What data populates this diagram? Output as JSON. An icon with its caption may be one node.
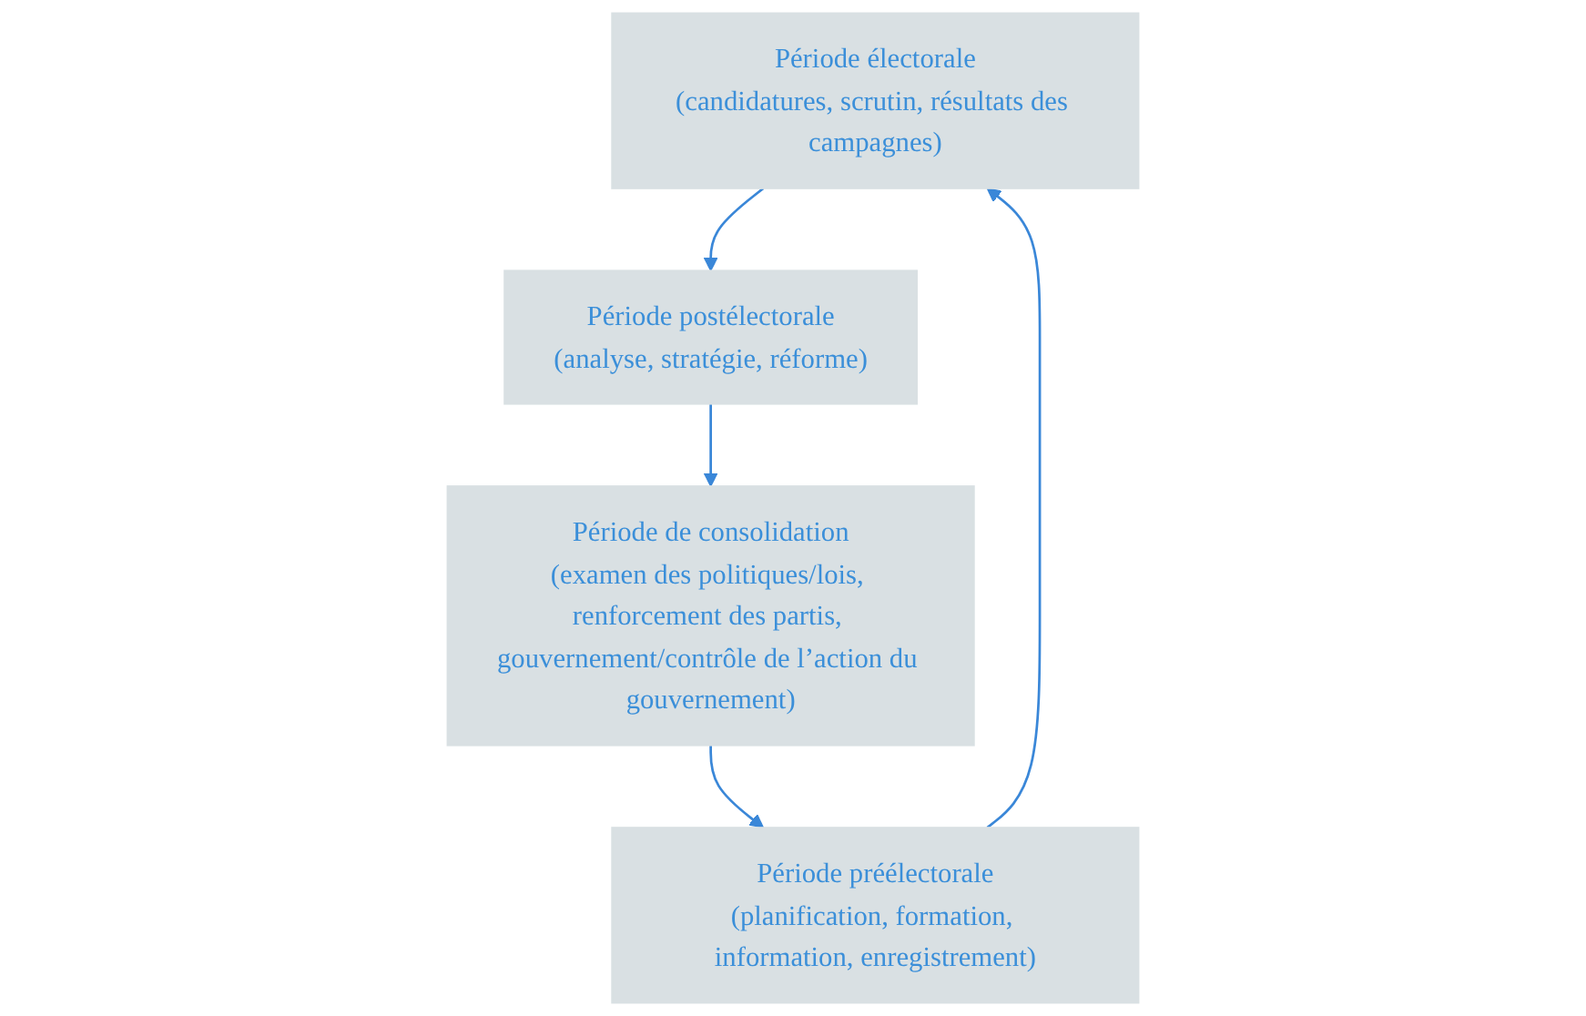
{
  "diagram": {
    "nodes": [
      {
        "text": [
          "Période électorale",
          "(candidatures, scrutin, résultats des campagnes)"
        ]
      },
      {
        "text": [
          "Période postélectorale",
          "(analyse, stratégie, réforme)"
        ]
      },
      {
        "text": [
          "Période de consolidation",
          "(examen des politiques/lois, renforcement des partis, gouvernement/contrôle de l’action du gouvernement)"
        ]
      },
      {
        "text": [
          "Période préélectorale",
          "(planification, formation, information, enregistrement)"
        ]
      }
    ],
    "edges": [
      {
        "from": 0,
        "to": 1,
        "arrow": "to"
      },
      {
        "from": 1,
        "to": 2,
        "arrow": "to"
      },
      {
        "from": 2,
        "to": 3,
        "arrow": "to"
      },
      {
        "from": 3,
        "to": 0,
        "arrow": "to"
      }
    ]
  }
}
